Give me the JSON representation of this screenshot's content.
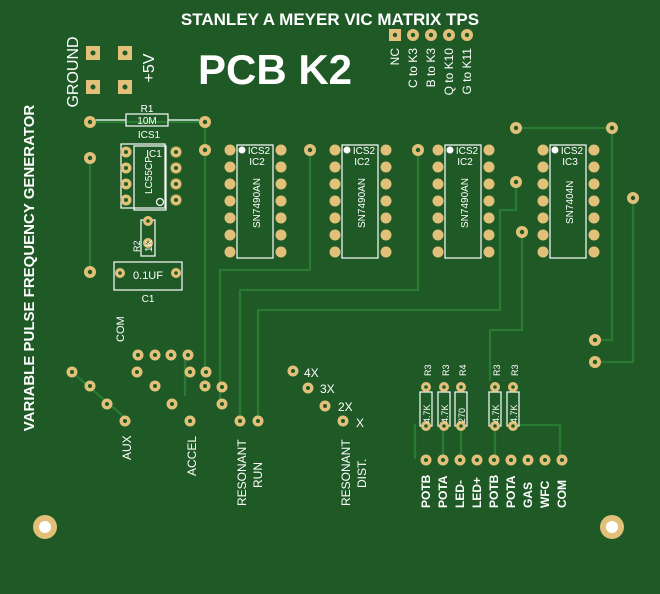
{
  "board": {
    "title": "STANLEY A MEYER VIC MATRIX TPS",
    "pcb_label": "PCB K2",
    "side_label": "VARIABLE PULSE FREQUENCY GENERATOR",
    "power": {
      "ground": "GROUND",
      "plus5v": "+5V"
    },
    "header_labels": [
      "NC",
      "C to K3",
      "B to K3",
      "Q to K10",
      "G to K11"
    ],
    "r1": {
      "ref": "R1",
      "value": "10M"
    },
    "ics1": {
      "ref": "ICS1",
      "name": "IC1",
      "part": "LC55CP"
    },
    "r2": {
      "value": "1K",
      "ref": "R2"
    },
    "c1": {
      "value": "0.1UF",
      "ref": "C1"
    },
    "chips": [
      {
        "socket": "ICS2",
        "name": "IC2",
        "part": "SN7490AN"
      },
      {
        "socket": "ICS2",
        "name": "IC2",
        "part": "SN7490AN"
      },
      {
        "socket": "ICS2",
        "name": "IC2",
        "part": "SN7490AN"
      },
      {
        "socket": "ICS2",
        "name": "IC3",
        "part": "SN7404N"
      }
    ],
    "com_label": "COM",
    "aux_label": "AUX",
    "accel_label": "ACCEL",
    "resonant_run": [
      "RESONANT",
      "RUN"
    ],
    "resonant_dist": [
      "RESONANT",
      "DIST."
    ],
    "multipliers": [
      "4X",
      "3X",
      "2X",
      "X"
    ],
    "resistors": [
      {
        "ref": "R3",
        "value": "4.7K"
      },
      {
        "ref": "R3",
        "value": "4.7K"
      },
      {
        "ref": "R4",
        "value": "270"
      },
      {
        "ref": "R3",
        "value": "4.7K"
      },
      {
        "ref": "R3",
        "value": "4.7K"
      }
    ],
    "bottom_labels": [
      "POTB",
      "POTA",
      "LED-",
      "LED+",
      "POTB",
      "POTA",
      "GAS",
      "WFC",
      "COM"
    ]
  }
}
